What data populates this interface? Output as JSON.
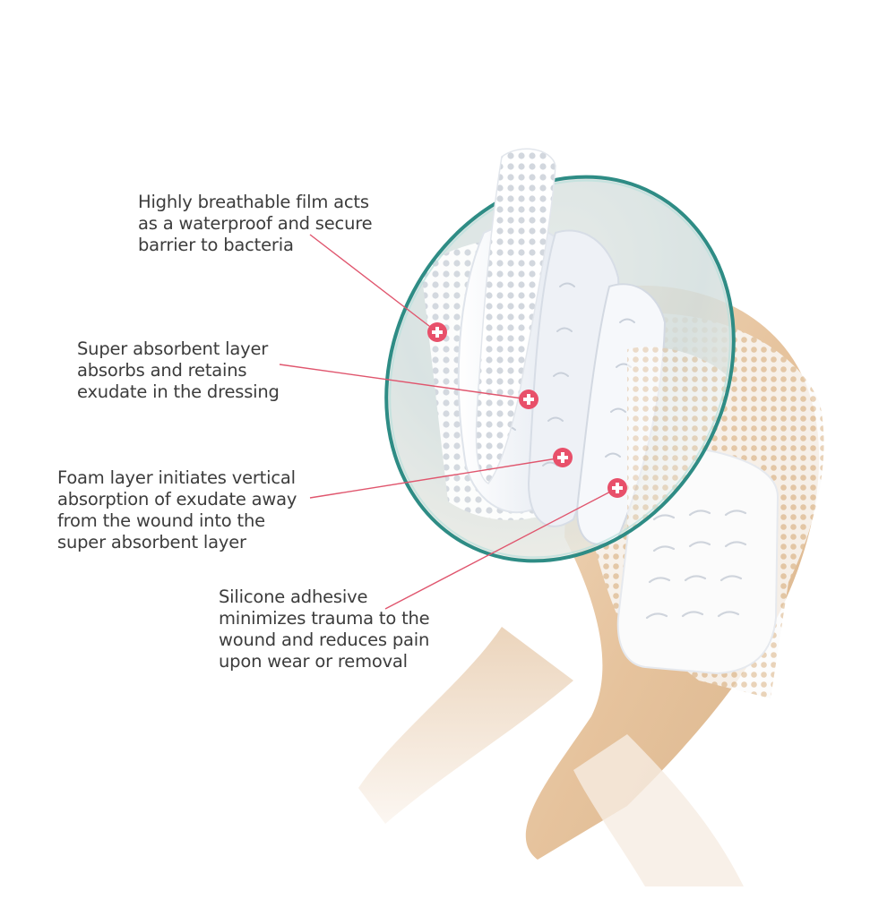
{
  "callouts": [
    {
      "id": "film",
      "lines": [
        "Highly breathable film acts",
        "as a waterproof and secure",
        "barrier to bacteria"
      ]
    },
    {
      "id": "super-absorbent",
      "lines": [
        "Super absorbent layer",
        "absorbs and retains",
        "exudate in the dressing"
      ]
    },
    {
      "id": "foam",
      "lines": [
        "Foam layer initiates vertical",
        "absorption of exudate away",
        "from the wound into the",
        "super absorbent layer"
      ]
    },
    {
      "id": "silicone",
      "lines": [
        "Silicone adhesive",
        "minimizes trauma to the",
        "wound and reduces pain",
        "upon wear or removal"
      ]
    }
  ],
  "colors": {
    "leader": "#e0566e",
    "marker": "#e8506a",
    "text": "#3c3c3c",
    "lens_rim": "#2e8c85",
    "skin": "#e6c39d",
    "dressing": "#f7f8fa"
  },
  "icons": [
    "plus-marker-icon",
    "dressing-layers-illustration",
    "knee-illustration",
    "magnifier-lens"
  ]
}
